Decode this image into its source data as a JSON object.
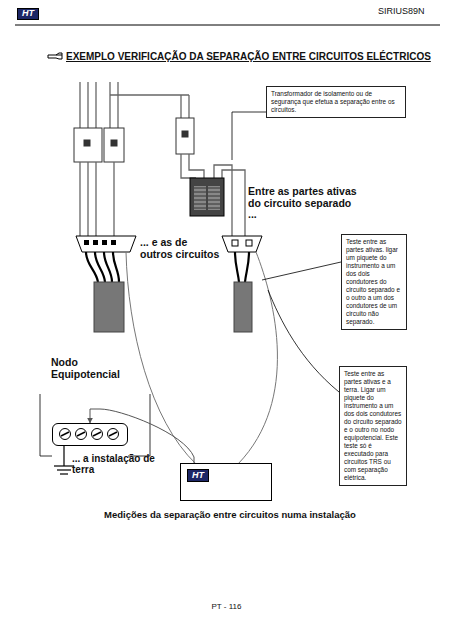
{
  "diagram": {
    "title": "EXEMPLO VERIFICAÇÃO DA SEPARAÇÃO ENTRE CIRCUITOS ELÉCTRICOS",
    "caption": "Medições da separação entre circuitos numa instalação",
    "nodes": [
      {
        "text": [
          "Transformador de isolamento ou de segurança que efetua a separação entre os circuitos."
        ]
      },
      {
        "text": [
          "Teste entre as partes ativas. ligar um piquete do instrumento a um dos dois condutores do circuito separado e o outro a um dos condutores de um circuito não separado."
        ]
      },
      {
        "text": [
          "Teste entre as partes ativas e a terra. Ligar um piquete do instrumento a um dos dois condutores do circuito separado e o outro no nodo equipotencial. Este teste só é executado para circuitos TRS ou com separação elétrica."
        ]
      },
      {
        "text": [
          "Nodo Equipotencial"
        ]
      },
      {
        "text": [
          "HT"
        ]
      }
    ],
    "edges": [
      {
        "from": 4,
        "to": 3,
        "arrow": "to"
      }
    ],
    "labels": [
      "SIRIUS89N",
      "HT",
      "Entre as partes ativas do circuito separado ...",
      "... e as de outros circuitos",
      "... a instalação de terra",
      "PT - 116"
    ]
  }
}
